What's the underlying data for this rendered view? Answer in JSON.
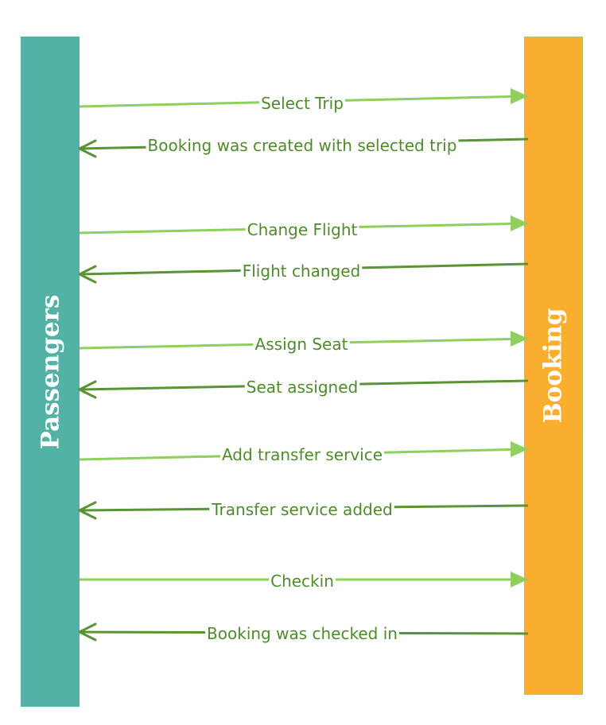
{
  "colors": {
    "passengers_lane": "#52b2a6",
    "booking_lane": "#f9ae2e",
    "request_arrow": "#8fcf5e",
    "response_arrow": "#5a9434",
    "label_text": "#4f8a2c"
  },
  "lanes": {
    "passengers": {
      "label": "Passengers"
    },
    "booking": {
      "label": "Booking"
    }
  },
  "messages": [
    {
      "label": "Select Trip",
      "direction": "to-booking"
    },
    {
      "label": "Booking was created with selected trip",
      "direction": "to-passengers"
    },
    {
      "label": "Change Flight",
      "direction": "to-booking"
    },
    {
      "label": "Flight changed",
      "direction": "to-passengers"
    },
    {
      "label": "Assign Seat",
      "direction": "to-booking"
    },
    {
      "label": "Seat assigned",
      "direction": "to-passengers"
    },
    {
      "label": "Add transfer service",
      "direction": "to-booking"
    },
    {
      "label": "Transfer service added",
      "direction": "to-passengers"
    },
    {
      "label": "Checkin",
      "direction": "to-booking"
    },
    {
      "label": "Booking was checked in",
      "direction": "to-passengers"
    }
  ]
}
